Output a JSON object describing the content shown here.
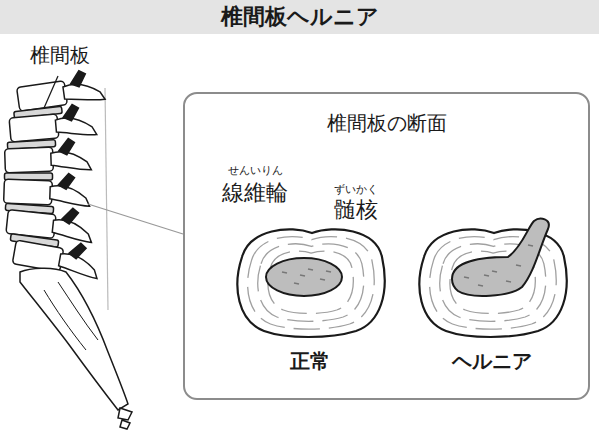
{
  "diagram": {
    "title": "椎間板ヘルニア",
    "nodes": [
      {
        "text": [
          "椎間板の断面"
        ]
      },
      {
        "text": [
          "正常"
        ],
        "in": 0
      },
      {
        "text": [
          "ヘルニア"
        ],
        "in": 0
      }
    ],
    "labels": [
      "椎間板",
      "せんいりん",
      "線維輪",
      "ずいかく",
      "髄核"
    ]
  }
}
